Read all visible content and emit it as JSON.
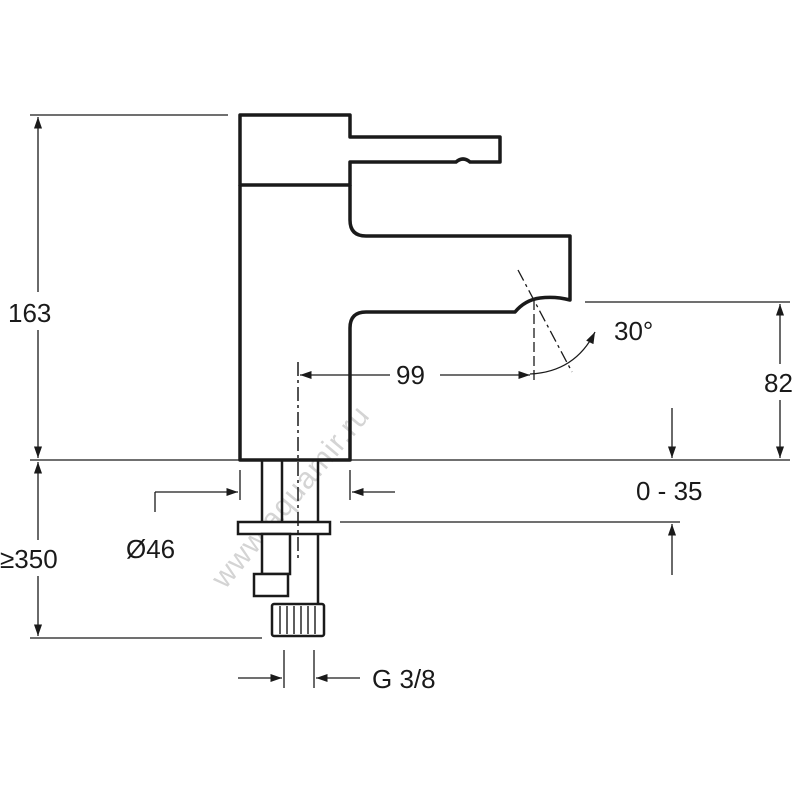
{
  "dimensions": {
    "height_total": "163",
    "spout_reach": "99",
    "spout_angle": "30°",
    "spout_height": "82",
    "deck_thickness": "0 - 35",
    "body_diameter": "Ø46",
    "below_deck_min": "≥350",
    "thread_size": "G 3/8"
  },
  "watermark": "www.aquamir.ru",
  "colors": {
    "line": "#1a1a1a",
    "watermark": "#d4d4d4",
    "background": "#ffffff"
  }
}
